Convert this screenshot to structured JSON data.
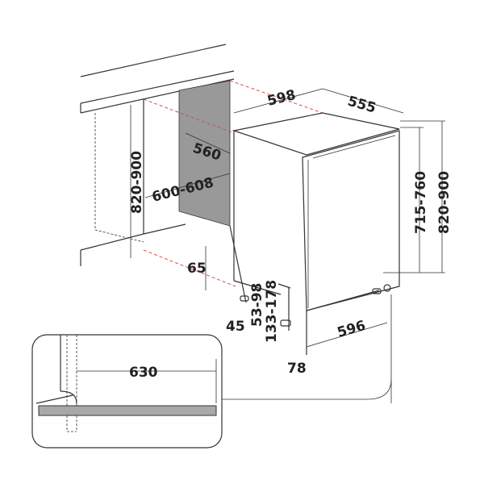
{
  "colors": {
    "line": "#333333",
    "panel": "#999999",
    "hidden_edge": "#e0484f",
    "inset_bar": "#a8a8a8"
  },
  "dimensions": {
    "width_top": "598",
    "depth_top": "555",
    "niche_depth": "560",
    "niche_width": "600-608",
    "niche_height": "820-900",
    "appliance_height": "715-760",
    "total_height": "820-900",
    "plinth_depth": "65",
    "foot_offset": "45",
    "foot_height": "53-98",
    "plinth_height": "133-178",
    "door_width": "596",
    "door_gap": "78",
    "inset_width": "630"
  }
}
